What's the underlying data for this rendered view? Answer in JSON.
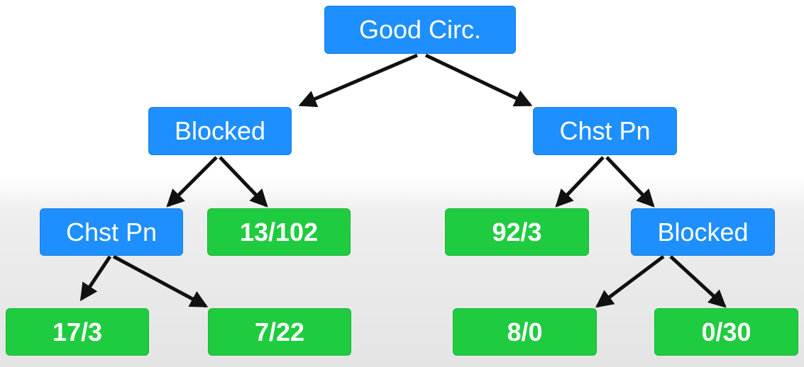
{
  "tree": {
    "root": {
      "label": "Good Circ."
    },
    "left": {
      "label": "Blocked",
      "left": {
        "label": "Chst Pn",
        "left": {
          "label": "17/3"
        },
        "right": {
          "label": "7/22"
        }
      },
      "right": {
        "label": "13/102"
      }
    },
    "right": {
      "label": "Chst Pn",
      "left": {
        "label": "92/3"
      },
      "right": {
        "label": "Blocked",
        "left": {
          "label": "8/0"
        },
        "right": {
          "label": "0/30"
        }
      }
    }
  },
  "colors": {
    "decision_node": "#1e8fff",
    "leaf_node": "#1fcc3f",
    "node_text": "#ffffff",
    "arrow": "#111111"
  }
}
